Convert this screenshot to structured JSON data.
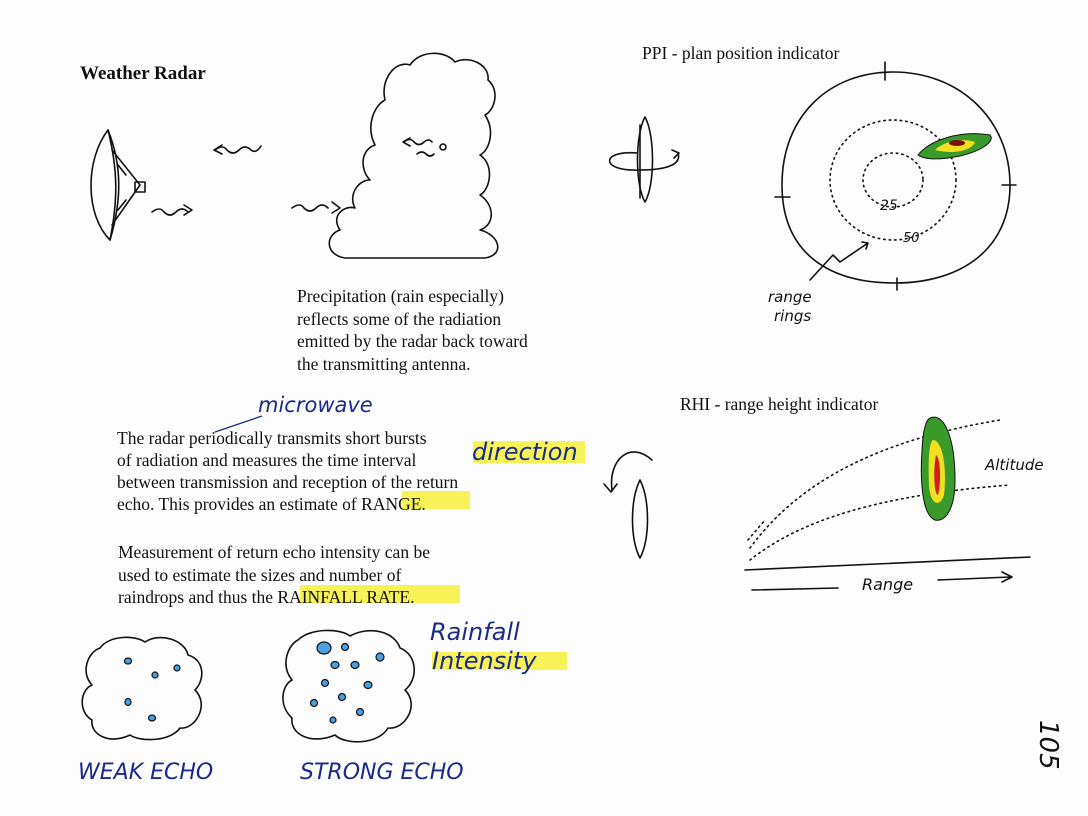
{
  "title": "Weather Radar",
  "precipitation_text": [
    "Precipitation (rain especially)",
    "reflects some of the radiation",
    "emitted by the radar back toward",
    "the transmitting antenna."
  ],
  "range_text": [
    "The radar periodically transmits short bursts",
    "of radiation and measures the time interval",
    "between transmission and reception of the return",
    "echo.  This provides an estimate of "
  ],
  "range_highlight": "RANGE",
  "rainfall_text": [
    "Measurement of return echo intensity can be",
    "used to estimate the sizes and number of",
    "raindrops and thus the "
  ],
  "rainfall_highlight": "RAINFALL RATE",
  "annotations": {
    "microwave": "microwave",
    "direction": "direction",
    "rainfall_intensity_1": "Rainfall",
    "rainfall_intensity_2": "Intensity",
    "weak_echo": "WEAK ECHO",
    "strong_echo": "STRONG ECHO",
    "range_rings_1": "range",
    "range_rings_2": "rings",
    "altitude": "Altitude",
    "range": "Range",
    "page_number": "105"
  },
  "ppi": {
    "title": "PPI - plan position indicator",
    "ring_inner": "25",
    "ring_outer": "50"
  },
  "rhi": {
    "title": "RHI - range height indicator"
  },
  "colors": {
    "highlight": "#f6f03a",
    "pen_blue": "#1b2a8a",
    "echo_green": "#3a9a2a",
    "echo_yellow": "#f0e020",
    "echo_red": "#d02020",
    "drop_blue": "#4aa0e0"
  }
}
